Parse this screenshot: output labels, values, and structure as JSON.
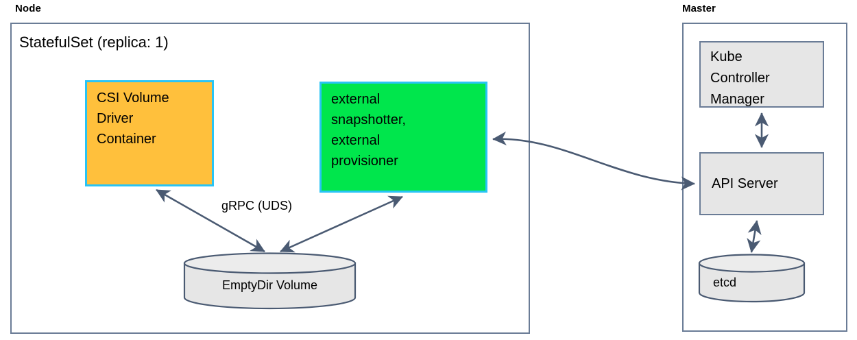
{
  "diagram": {
    "title_node": "Node",
    "title_master": "Master",
    "statefulset_label": "StatefulSet (replica: 1)",
    "groups": [
      {
        "name": "node",
        "label": "Node"
      },
      {
        "name": "master",
        "label": "Master"
      }
    ],
    "nodes": [
      {
        "id": "csi-volume-driver-container",
        "label": "CSI Volume\nDriver\nContainer",
        "shape": "rectangle",
        "fill": "#FFC03C",
        "stroke": "#29c4f5",
        "group": "node"
      },
      {
        "id": "external-sidecars",
        "label": "external\nsnapshotter,\nexternal\nprovisioner",
        "shape": "rectangle",
        "fill": "#00E64C",
        "stroke": "#29c4f5",
        "group": "node"
      },
      {
        "id": "emptydir-volume",
        "label": "EmptyDir Volume",
        "shape": "cylinder",
        "fill": "#e6e6e6",
        "stroke": "#4a5a72",
        "group": "node"
      },
      {
        "id": "kube-controller-manager",
        "label": "Kube\nController\nManager",
        "shape": "rectangle",
        "fill": "#e6e6e6",
        "stroke": "#6a7c96",
        "group": "master"
      },
      {
        "id": "api-server",
        "label": "API Server",
        "shape": "rectangle",
        "fill": "#e6e6e6",
        "stroke": "#6a7c96",
        "group": "master"
      },
      {
        "id": "etcd",
        "label": "etcd",
        "shape": "cylinder",
        "fill": "#e6e6e6",
        "stroke": "#4a5a72",
        "group": "master"
      }
    ],
    "edges": [
      {
        "id": "csi-driver-to-emptydir",
        "from": "csi-volume-driver-container",
        "to": "emptydir-volume",
        "label": "gRPC (UDS)",
        "arrows": "both",
        "style": "straight"
      },
      {
        "id": "external-sidecars-to-emptydir",
        "from": "external-sidecars",
        "to": "emptydir-volume",
        "label": "",
        "arrows": "both",
        "style": "straight"
      },
      {
        "id": "external-sidecars-to-api-server",
        "from": "external-sidecars",
        "to": "api-server",
        "label": "",
        "arrows": "both",
        "style": "curved"
      },
      {
        "id": "kube-controller-manager-to-api-server",
        "from": "kube-controller-manager",
        "to": "api-server",
        "label": "",
        "arrows": "both",
        "style": "straight"
      },
      {
        "id": "api-server-to-etcd",
        "from": "api-server",
        "to": "etcd",
        "label": "",
        "arrows": "both",
        "style": "straight"
      }
    ],
    "colors": {
      "orange": "#FFC03C",
      "green": "#00E64C",
      "cyan_border": "#29c4f5",
      "gray_fill": "#e6e6e6",
      "outline": "#6a7c96",
      "connector": "#4a5a72",
      "background": "#ffffff"
    }
  }
}
